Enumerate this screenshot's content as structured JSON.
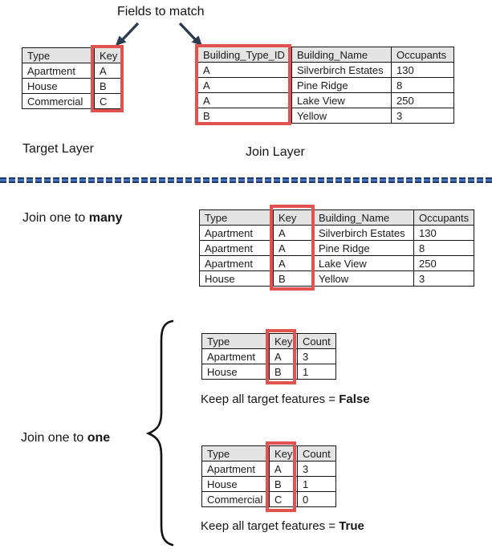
{
  "title": "Fields to match",
  "labels": {
    "target_layer": "Target Layer",
    "join_layer": "Join Layer",
    "join_many_prefix": "Join one to ",
    "join_many_bold": "many",
    "join_one_prefix": "Join one to ",
    "join_one_bold": "one",
    "keep_false_prefix": "Keep all target features = ",
    "keep_false_bold": "False",
    "keep_true_prefix": "Keep all target features = ",
    "keep_true_bold": "True"
  },
  "colors": {
    "highlight_red": "#e0534f",
    "dash_blue": "#4472c4",
    "dash_dark": "#1f3864",
    "arrow_navy": "#2e3b4e",
    "header_gray": "#e5e4e4"
  },
  "tables": {
    "target": {
      "headers": [
        "Type",
        "Key"
      ],
      "rows": [
        [
          "Apartment",
          "A"
        ],
        [
          "House",
          "B"
        ],
        [
          "Commercial",
          "C"
        ]
      ]
    },
    "join": {
      "headers": [
        "Building_Type_ID",
        "Building_Name",
        "Occupants"
      ],
      "rows": [
        [
          "A",
          "Silverbirch Estates",
          "130"
        ],
        [
          "A",
          "Pine Ridge",
          "8"
        ],
        [
          "A",
          "Lake View",
          "250"
        ],
        [
          "B",
          "Yellow",
          "3"
        ]
      ]
    },
    "one_to_many": {
      "headers": [
        "Type",
        "Key",
        "Building_Name",
        "Occupants"
      ],
      "rows": [
        [
          "Apartment",
          "A",
          "Silverbirch Estates",
          "130"
        ],
        [
          "Apartment",
          "A",
          "Pine Ridge",
          "8"
        ],
        [
          "Apartment",
          "A",
          "Lake View",
          "250"
        ],
        [
          "House",
          "B",
          "Yellow",
          "3"
        ]
      ]
    },
    "one_to_one_false": {
      "headers": [
        "Type",
        "Key",
        "Count"
      ],
      "rows": [
        [
          "Apartment",
          "A",
          "3"
        ],
        [
          "House",
          "B",
          "1"
        ]
      ]
    },
    "one_to_one_true": {
      "headers": [
        "Type",
        "Key",
        "Count"
      ],
      "rows": [
        [
          "Apartment",
          "A",
          "3"
        ],
        [
          "House",
          "B",
          "1"
        ],
        [
          "Commercial",
          "C",
          "0"
        ]
      ]
    }
  }
}
